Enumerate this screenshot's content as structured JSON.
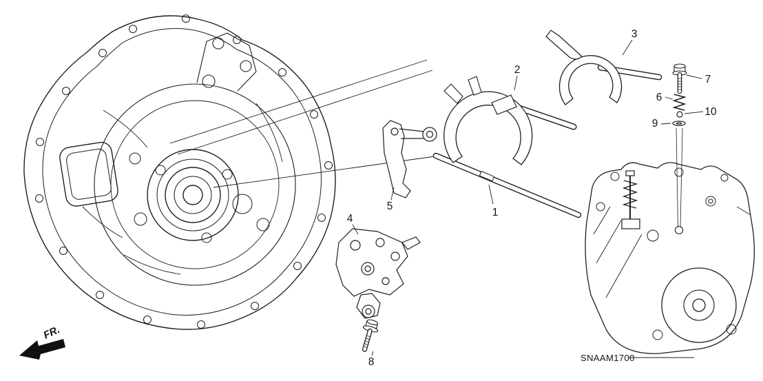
{
  "colors": {
    "background": "#ffffff",
    "line": "#1d1d1b"
  },
  "diagram": {
    "code": "SNAAM1700",
    "direction_label": "FR.",
    "callouts": {
      "n1": "1",
      "n2": "2",
      "n3": "3",
      "n4": "4",
      "n5": "5",
      "n6": "6",
      "n7": "7",
      "n8": "8",
      "n9": "9",
      "n10": "10"
    }
  }
}
